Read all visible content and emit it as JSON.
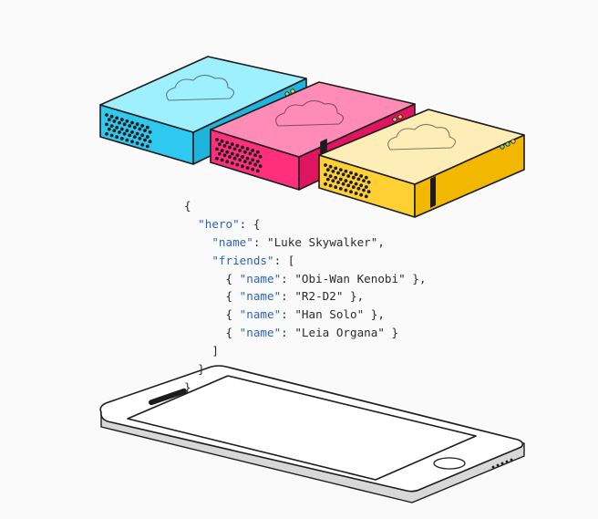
{
  "colors": {
    "server_blue": "#55e0ff",
    "server_pink": "#ff3a86",
    "server_yellow": "#ffd034",
    "json_key": "#2d63b5",
    "json_text": "#2b2b2b",
    "outline": "#1c1c1c"
  },
  "icons": [
    "cloud-icon",
    "status-lights-icon",
    "vent-grille-icon",
    "phone-speaker-icon",
    "home-button-icon"
  ],
  "json_lines": [
    [
      {
        "t": "pun",
        "v": "{"
      }
    ],
    [
      {
        "t": "pun",
        "v": "  "
      },
      {
        "t": "key",
        "v": "\"hero\""
      },
      {
        "t": "pun",
        "v": ": {"
      }
    ],
    [
      {
        "t": "pun",
        "v": "    "
      },
      {
        "t": "key",
        "v": "\"name\""
      },
      {
        "t": "pun",
        "v": ": "
      },
      {
        "t": "str",
        "v": "\"Luke Skywalker\""
      },
      {
        "t": "pun",
        "v": ","
      }
    ],
    [
      {
        "t": "pun",
        "v": "    "
      },
      {
        "t": "key",
        "v": "\"friends\""
      },
      {
        "t": "pun",
        "v": ": ["
      }
    ],
    [
      {
        "t": "pun",
        "v": "      { "
      },
      {
        "t": "key",
        "v": "\"name\""
      },
      {
        "t": "pun",
        "v": ": "
      },
      {
        "t": "str",
        "v": "\"Obi-Wan Kenobi\""
      },
      {
        "t": "pun",
        "v": " },"
      }
    ],
    [
      {
        "t": "pun",
        "v": "      { "
      },
      {
        "t": "key",
        "v": "\"name\""
      },
      {
        "t": "pun",
        "v": ": "
      },
      {
        "t": "str",
        "v": "\"R2-D2\""
      },
      {
        "t": "pun",
        "v": " },"
      }
    ],
    [
      {
        "t": "pun",
        "v": "      { "
      },
      {
        "t": "key",
        "v": "\"name\""
      },
      {
        "t": "pun",
        "v": ": "
      },
      {
        "t": "str",
        "v": "\"Han Solo\""
      },
      {
        "t": "pun",
        "v": " },"
      }
    ],
    [
      {
        "t": "pun",
        "v": "      { "
      },
      {
        "t": "key",
        "v": "\"name\""
      },
      {
        "t": "pun",
        "v": ": "
      },
      {
        "t": "str",
        "v": "\"Leia Organa\""
      },
      {
        "t": "pun",
        "v": " }"
      }
    ],
    [
      {
        "t": "pun",
        "v": "    ]"
      }
    ],
    [
      {
        "t": "pun",
        "v": "  }"
      }
    ],
    [
      {
        "t": "pun",
        "v": "}"
      }
    ]
  ]
}
